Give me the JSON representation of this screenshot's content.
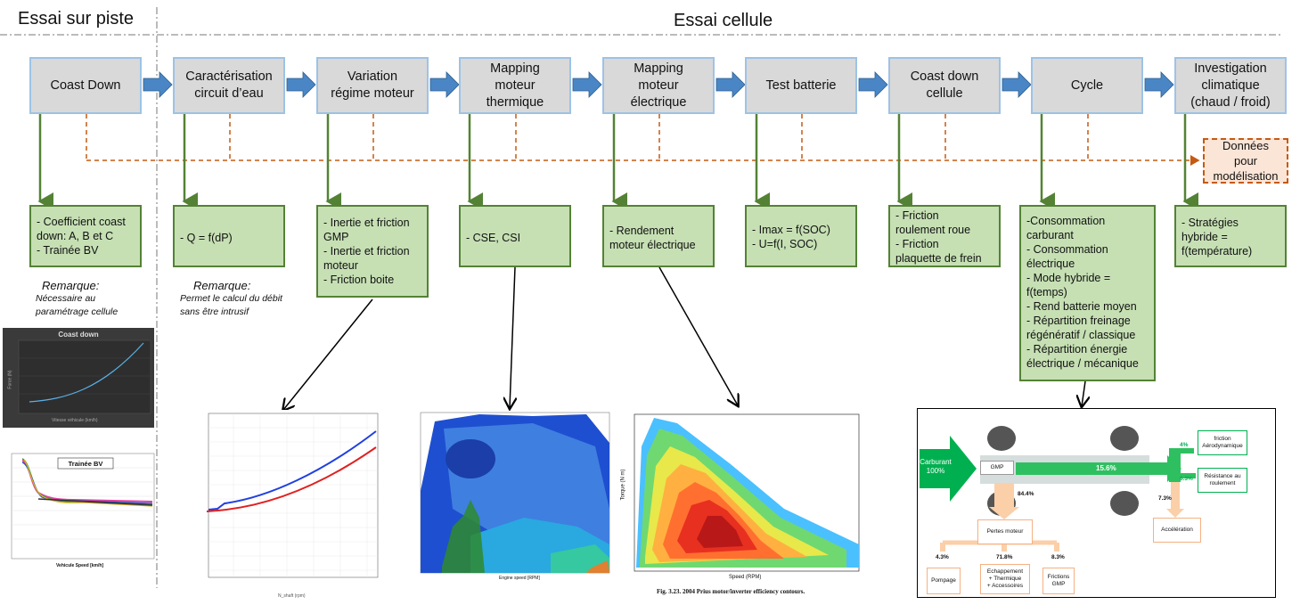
{
  "headers": {
    "track": "Essai sur piste",
    "cell": "Essai cellule"
  },
  "steps": [
    {
      "label": "Coast Down"
    },
    {
      "label": "Caractérisation\ncircuit d’eau"
    },
    {
      "label": "Variation\nrégime moteur"
    },
    {
      "label": "Mapping\nmoteur\nthermique"
    },
    {
      "label": "Mapping\nmoteur\nélectrique"
    },
    {
      "label": "Test batterie"
    },
    {
      "label": "Coast down\ncellule"
    },
    {
      "label": "Cycle"
    },
    {
      "label": "Investigation\nclimatique\n(chaud / froid)"
    }
  ],
  "results": [
    {
      "text": "- Coefficient coast\ndown: A, B et C\n- Trainée BV"
    },
    {
      "text": "- Q = f(dP)"
    },
    {
      "text": "- Inertie et friction\nGMP\n- Inertie et friction\nmoteur\n- Friction boite"
    },
    {
      "text": "- CSE, CSI"
    },
    {
      "text": "- Rendement\nmoteur électrique"
    },
    {
      "text": "- Imax = f(SOC)\n- U=f(I, SOC)"
    },
    {
      "text": "- Friction\nroulement roue\n- Friction\nplaquette de frein"
    },
    {
      "text": "-Consommation\ncarburant\n- Consommation\nélectrique\n- Mode hybride =\nf(temps)\n- Rend batterie moyen\n- Répartition freinage\nrégénératif / classique\n- Répartition énergie\nélectrique / mécanique"
    },
    {
      "text": "- Stratégies\nhybride =\nf(température)"
    }
  ],
  "modeling_box": "Données\npour\nmodélisation",
  "remarks": [
    {
      "title": "Remarque:",
      "body": "Nécessaire au\nparamétrage cellule"
    },
    {
      "title": "Remarque:",
      "body": "Permet le calcul du débit\nsans être intrusif"
    }
  ],
  "coastdown_chart": {
    "title": "Coast down",
    "xlabel": "Vitesse véhicule (km/h)",
    "ylabel": "Force (N)"
  },
  "trainee_chart": {
    "title": "Trainée BV",
    "xlabel": "Vehicule Speed [km/h]"
  },
  "rpm_chart": {
    "xlabel": "N_shaft (rpm)"
  },
  "thermal_map": {
    "xlabel": "Engine speed [RPM]"
  },
  "electric_map": {
    "xlabel": "Speed (RPM)",
    "ylabel": "Torque (N m)",
    "caption": "Fig. 3.23. 2004 Prius motor/inverter efficiency contours."
  },
  "energy_diagram": {
    "carburant": "Carburant\n100%",
    "gmp": "GMP",
    "p844": "84.4%",
    "p156": "15.6%",
    "pertes": "Pertes moteur",
    "p43": "4.3%",
    "p718": "71.8%",
    "p83": "8.3%",
    "pompage": "Pompage",
    "echappement": "Echappement\n+ Thermique\n+ Accessoires",
    "frictions": "Frictions\nGMP",
    "p4": "4%",
    "p63": "6.3%",
    "p73": "7.3%",
    "aero": "friction\nAérodynamique",
    "roulement": "Résistance au\nroulement",
    "accel": "Accélération"
  },
  "colors": {
    "step_fill": "#d9d9d9",
    "step_border": "#9dc3e6",
    "arrow": "#4a86c5",
    "result_fill": "#c6e0b4",
    "result_border": "#548235",
    "dashed": "#c55a11"
  }
}
